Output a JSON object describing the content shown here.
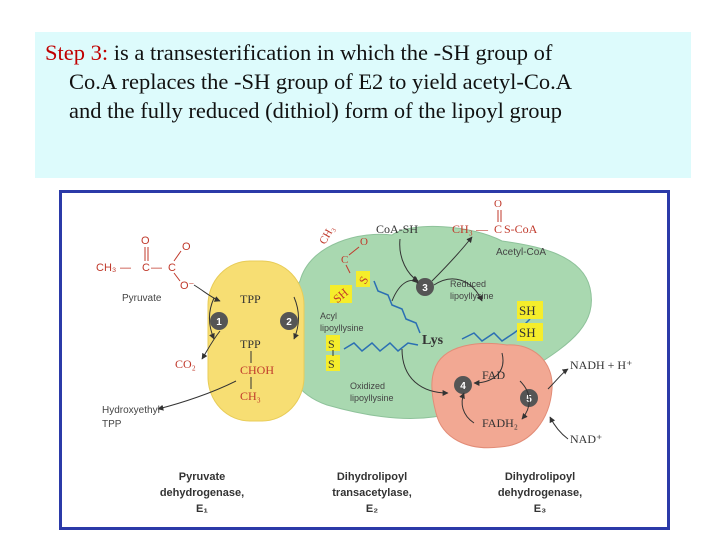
{
  "header": {
    "step_label": "Step 3:",
    "line1": " is a transesterification in which the -SH group of",
    "line2": "Co.A replaces the -SH group of E2 to yield acetyl-Co.A",
    "line3": "and the fully reduced (dithiol) form of the lipoyl group"
  },
  "colors": {
    "box_bg": "#ddfbfc",
    "frame": "#2b3aa8",
    "e1": "#f7de73",
    "e2": "#a9d8b0",
    "e3": "#f2a893",
    "label_red": "#c0392b",
    "highlight": "#f5ed2b"
  },
  "diagram": {
    "pyruvate_label": "Pyruvate",
    "pyr_ch3": "CH₃",
    "pyr_c1": "C",
    "pyr_c2": "C",
    "pyr_o_top1": "O",
    "pyr_o_top2": "O",
    "pyr_dash1": "—",
    "pyr_dash2": "—",
    "pyr_o_minus": "O⁻",
    "co2": "CO₂",
    "hydroxyethyl_line1": "Hydroxyethyl",
    "hydroxyethyl_line2": "TPP",
    "tpp_top": "TPP",
    "tpp_bottom": "TPP",
    "choh": "CHOH",
    "ch3_bottom": "CH₃",
    "step1": "1",
    "step2": "2",
    "step3": "3",
    "step4": "4",
    "step5": "5",
    "acyl_ch3": "CH₃",
    "acyl_c": "C",
    "acyl_o": "O",
    "acyl_s": "S",
    "sh_e2": "SH",
    "acyl_lipoyl_line1": "Acyl",
    "acyl_lipoyl_line2": "lipoyllysine",
    "s_upper": "S",
    "s_lower": "S",
    "oxidized_line1": "Oxidized",
    "oxidized_line2": "lipoyllysine",
    "lys": "Lys",
    "reduced_line1": "Reduced",
    "reduced_line2": "lipoyllysine",
    "sh_top": "SH",
    "sh_bottom": "SH",
    "coa_sh": "CoA-SH",
    "acetyl_ch3": "CH₃",
    "acetyl_c": "C",
    "acetyl_dash": "—",
    "acetyl_scoa": "S-CoA",
    "acetyl_o": "O",
    "acetyl_coa": "Acetyl-CoA",
    "fad": "FAD",
    "fadh2": "FADH₂",
    "nadh": "NADH + H⁺",
    "nad": "NAD⁺",
    "e1_line1": "Pyruvate",
    "e1_line2": "dehydrogenase,",
    "e1_line3": "E₁",
    "e2_line1": "Dihydrolipoyl",
    "e2_line2": "transacetylase,",
    "e2_line3": "E₂",
    "e3_line1": "Dihydrolipoyl",
    "e3_line2": "dehydrogenase,",
    "e3_line3": "E₃"
  }
}
